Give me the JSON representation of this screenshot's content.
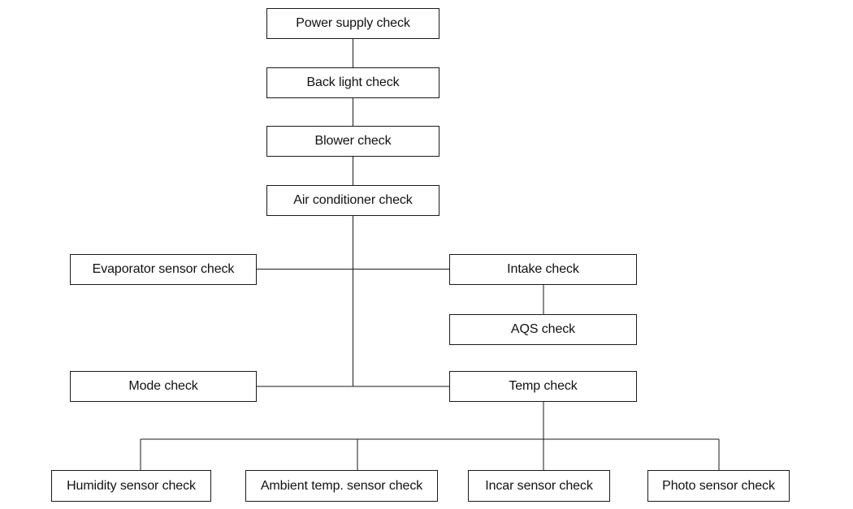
{
  "diagram": {
    "nodes": {
      "power_supply": "Power supply check",
      "back_light": "Back light check",
      "blower": "Blower check",
      "air_conditioner": "Air conditioner check",
      "evaporator_sensor": "Evaporator sensor check",
      "intake": "Intake check",
      "aqs": "AQS check",
      "mode": "Mode check",
      "temp": "Temp check",
      "humidity_sensor": "Humidity sensor check",
      "ambient_temp_sensor": "Ambient temp. sensor check",
      "incar_sensor": "Incar sensor check",
      "photo_sensor": "Photo sensor check"
    },
    "edges": [
      [
        "power_supply",
        "back_light"
      ],
      [
        "back_light",
        "blower"
      ],
      [
        "blower",
        "air_conditioner"
      ],
      [
        "air_conditioner",
        "evaporator_sensor"
      ],
      [
        "air_conditioner",
        "intake"
      ],
      [
        "intake",
        "aqs"
      ],
      [
        "air_conditioner",
        "mode"
      ],
      [
        "air_conditioner",
        "temp"
      ],
      [
        "temp",
        "humidity_sensor"
      ],
      [
        "temp",
        "ambient_temp_sensor"
      ],
      [
        "temp",
        "incar_sensor"
      ],
      [
        "temp",
        "photo_sensor"
      ]
    ]
  }
}
